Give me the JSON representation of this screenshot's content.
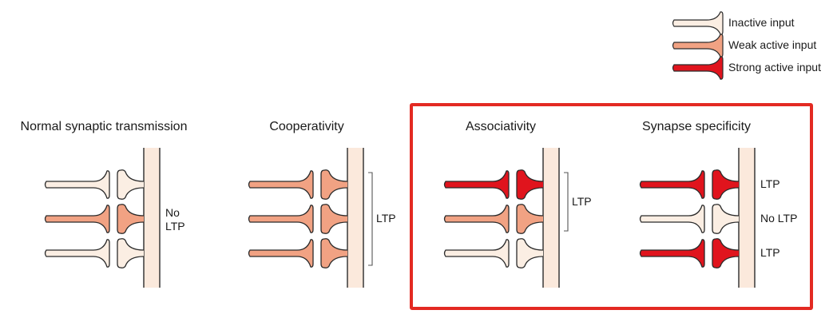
{
  "colors": {
    "inactive_fill": "#fbeee3",
    "weak_fill": "#f1a283",
    "strong_fill": "#e0141d",
    "dendrite_fill": "#fbe9dc",
    "outline": "#2b2b2b",
    "highlight_border": "#e32a22"
  },
  "legend": [
    {
      "label": "Inactive input",
      "state": "inactive"
    },
    {
      "label": "Weak active input",
      "state": "weak"
    },
    {
      "label": "Strong active input",
      "state": "strong"
    }
  ],
  "panels": [
    {
      "id": "normal",
      "title": "Normal synaptic transmission",
      "inputs": [
        "inactive",
        "weak",
        "inactive"
      ],
      "highlighted": false,
      "results": [
        {
          "text": "No",
          "row": 1.0,
          "line": 0
        },
        {
          "text": "LTP",
          "row": 1.0,
          "line": 1
        }
      ],
      "bracket": false
    },
    {
      "id": "cooperativity",
      "title": "Cooperativity",
      "inputs": [
        "weak",
        "weak",
        "weak"
      ],
      "highlighted": false,
      "results": [
        {
          "text": "LTP",
          "row": 1.0,
          "line": 0
        }
      ],
      "bracket": true,
      "bracket_rows": [
        0,
        2
      ]
    },
    {
      "id": "associativity",
      "title": "Associativity",
      "inputs": [
        "strong",
        "weak",
        "inactive"
      ],
      "highlighted": true,
      "results": [
        {
          "text": "LTP",
          "row": 0.5,
          "line": 0
        }
      ],
      "bracket": true,
      "bracket_rows": [
        0,
        1
      ]
    },
    {
      "id": "specificity",
      "title": "Synapse specificity",
      "inputs": [
        "strong",
        "inactive",
        "strong"
      ],
      "highlighted": true,
      "results": [
        {
          "text": "LTP",
          "row": 0,
          "line": 0
        },
        {
          "text": "No LTP",
          "row": 1,
          "line": 0
        },
        {
          "text": "LTP",
          "row": 2,
          "line": 0
        }
      ],
      "bracket": false
    }
  ]
}
